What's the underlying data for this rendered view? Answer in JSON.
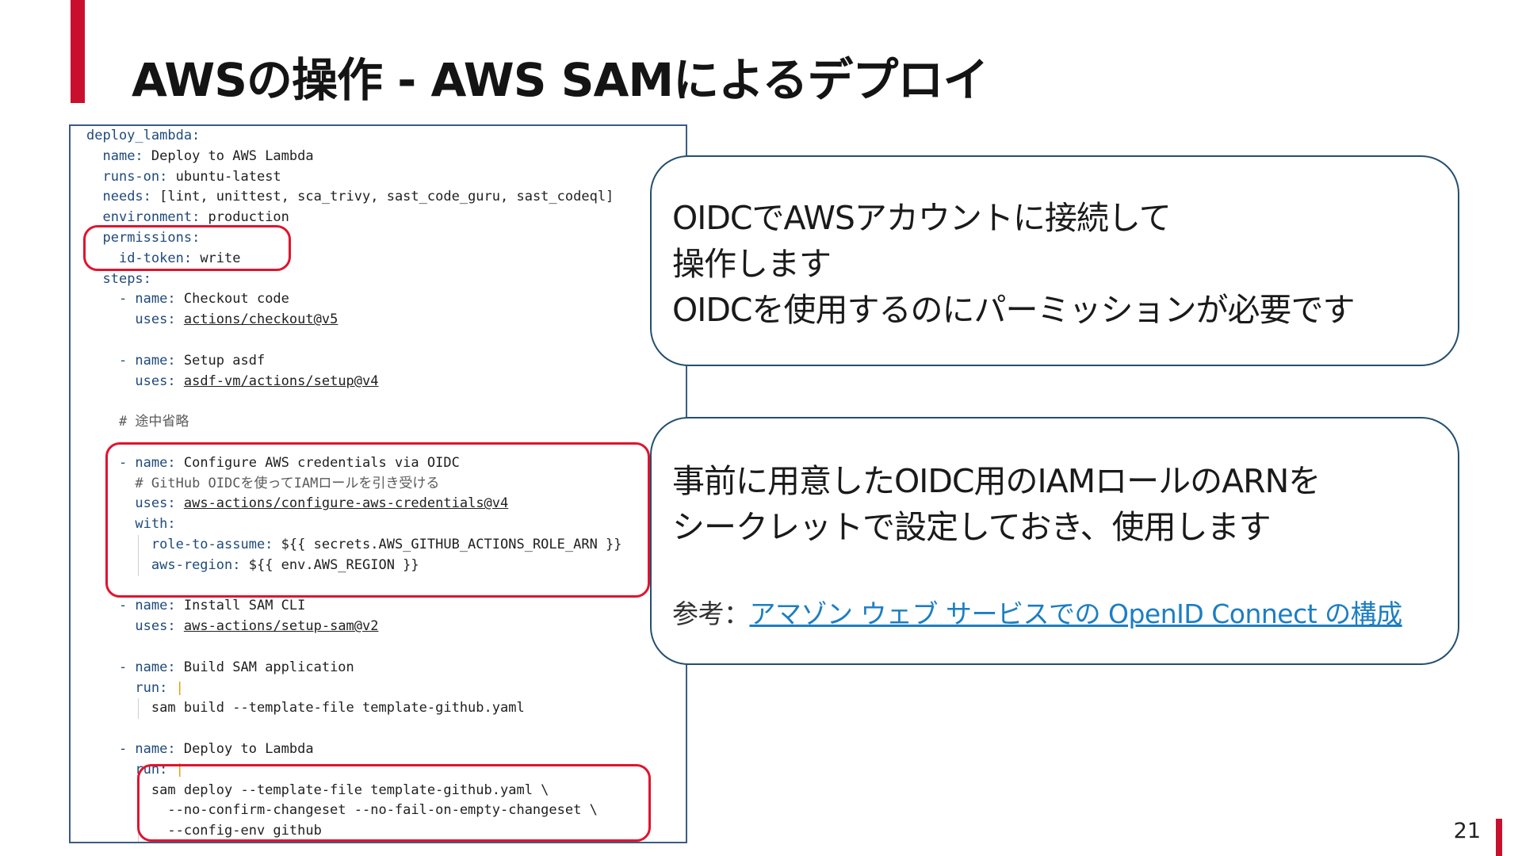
{
  "slide": {
    "title": "AWSの操作 - AWS SAMによるデプロイ",
    "page_number": "21",
    "accent_color": "#c8102e"
  },
  "code": {
    "lines": [
      {
        "key": "deploy_lambda:",
        "val": ""
      },
      {
        "key": "name:",
        "val": " Deploy to AWS Lambda"
      },
      {
        "key": "runs-on:",
        "val": " ubuntu-latest"
      },
      {
        "key": "needs:",
        "val": " [lint, unittest, sca_trivy, sast_code_guru, sast_codeql]"
      },
      {
        "key": "environment:",
        "val": " production"
      },
      {
        "key": "permissions:",
        "val": ""
      },
      {
        "key": "id-token:",
        "val": " write"
      },
      {
        "key": "steps:",
        "val": ""
      },
      {
        "key": "- name:",
        "val": " Checkout code"
      },
      {
        "key": "uses:",
        "val": "actions/checkout@v5"
      },
      {
        "key": "",
        "val": ""
      },
      {
        "key": "- name:",
        "val": " Setup asdf"
      },
      {
        "key": "uses:",
        "val": "asdf-vm/actions/setup@v4"
      },
      {
        "key": "",
        "val": ""
      },
      {
        "key": "# 途中省略",
        "val": ""
      },
      {
        "key": "",
        "val": ""
      },
      {
        "key": "- name:",
        "val": " Configure AWS credentials via OIDC"
      },
      {
        "key": "# GitHub OIDCを使ってIAMロールを引き受ける",
        "val": ""
      },
      {
        "key": "uses:",
        "val": "aws-actions/configure-aws-credentials@v4"
      },
      {
        "key": "with:",
        "val": ""
      },
      {
        "key": "role-to-assume:",
        "val": " ${{ secrets.AWS_GITHUB_ACTIONS_ROLE_ARN }}"
      },
      {
        "key": "aws-region:",
        "val": " ${{ env.AWS_REGION }}"
      },
      {
        "key": "",
        "val": ""
      },
      {
        "key": "- name:",
        "val": " Install SAM CLI"
      },
      {
        "key": "uses:",
        "val": "aws-actions/setup-sam@v2"
      },
      {
        "key": "",
        "val": ""
      },
      {
        "key": "- name:",
        "val": " Build SAM application"
      },
      {
        "key": "run:",
        "val": " |"
      },
      {
        "key": "",
        "val": "sam build --template-file template-github.yaml"
      },
      {
        "key": "",
        "val": ""
      },
      {
        "key": "- name:",
        "val": " Deploy to Lambda"
      },
      {
        "key": "run:",
        "val": " |"
      },
      {
        "key": "",
        "val": "sam deploy --template-file template-github.yaml \\"
      },
      {
        "key": "",
        "val": "--no-confirm-changeset --no-fail-on-empty-changeset \\"
      },
      {
        "key": "",
        "val": "--config-env github"
      }
    ]
  },
  "callout1": {
    "lines": [
      "OIDCでAWSアカウントに接続して",
      "操作します",
      "OIDCを使用するのにパーミッションが必要です"
    ]
  },
  "callout2": {
    "lines": [
      "事前に用意したOIDC用のIAMロールのARNを",
      "シークレットで設定しておき、使用します"
    ],
    "ref_prefix": "参考：",
    "ref_link": "アマゾン ウェブ サービスでの OpenID Connect の構成"
  }
}
